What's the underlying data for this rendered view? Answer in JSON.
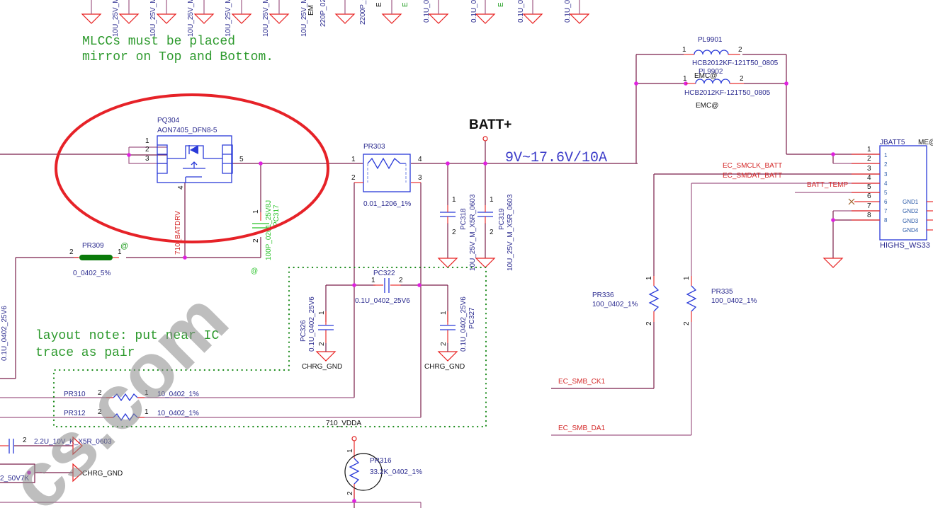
{
  "notes": {
    "mlcc_line1": "MLCCs must be placed",
    "mlcc_line2": "mirror on Top and Bottom.",
    "layout_line1": "layout note: put near IC",
    "layout_line2": "trace as pair"
  },
  "top_caps": {
    "labels_10u": [
      "10U_25V_M",
      "10U_25V_M",
      "10U_25V_M",
      "10U_25V_M",
      "10U_25V_M",
      "10U_25V_M"
    ],
    "label_220p": "220P_02",
    "label_2200p": "2200P_0",
    "labels_01u": [
      "0.1U_0",
      "0.1U_0",
      "0.1U_0",
      "0.1U_0"
    ],
    "emc_a": "EM",
    "emc_b": "E",
    "emc_c": "E"
  },
  "pq304": {
    "ref": "PQ304",
    "value": "AON7405_DFN8-5",
    "pins": [
      "1",
      "2",
      "3",
      "5",
      "4"
    ]
  },
  "batdrv_net": "710_BATDRV",
  "pc317": {
    "ref": "PC317",
    "value": "100P_0201_25V8J",
    "pin1": "1",
    "pin2": "2",
    "tag": "@"
  },
  "pr309": {
    "ref": "PR309",
    "value": "0_0402_5%",
    "pin2": "2",
    "pin1": "1",
    "tag": "@"
  },
  "pr303": {
    "ref": "PR303",
    "value": "0.01_1206_1%",
    "pins": [
      "1",
      "4",
      "2",
      "3"
    ]
  },
  "batt": {
    "label": "BATT+",
    "spec": "9V~17.6V/10A"
  },
  "pc318": {
    "ref": "PC318",
    "value": "10U_25V_M_X5R_0603",
    "pin1": "1",
    "pin2": "2"
  },
  "pc319": {
    "ref": "PC319",
    "value": "10U_25V_M_X5R_0603",
    "pin1": "1",
    "pin2": "2"
  },
  "pl9901": {
    "ref": "PL9901",
    "value": "HCB2012KF-121T50_0805",
    "pin1": "1",
    "pin2": "2",
    "tag": "EMC@"
  },
  "pl9902": {
    "ref": "PL9902",
    "value": "HCB2012KF-121T50_0805",
    "pin1": "1",
    "pin2": "2",
    "tag": "EMC@"
  },
  "jbatt5": {
    "ref": "JBATT5",
    "tag": "ME@",
    "part": "HIGHS_WS33",
    "outer_pins": [
      "1",
      "2",
      "3",
      "4",
      "5",
      "6",
      "7",
      "8"
    ],
    "inner_pins": [
      "1",
      "2",
      "3",
      "4",
      "5",
      "6",
      "7",
      "8"
    ],
    "gnd_pins": [
      "GND1",
      "GND2",
      "GND3",
      "GND4"
    ]
  },
  "nets": {
    "smclk": "EC_SMCLK_BATT",
    "smdat": "EC_SMDAT_BATT",
    "temp": "BATT_TEMP",
    "smb_ck": "EC_SMB_CK1",
    "smb_da": "EC_SMB_DA1",
    "vdda": "710_VDDA",
    "chrg_gnd": "CHRG_GND"
  },
  "pr336": {
    "ref": "PR336",
    "value": "100_0402_1%",
    "pin1": "1",
    "pin2": "2"
  },
  "pr335": {
    "ref": "PR335",
    "value": "100_0402_1%",
    "pin1": "1",
    "pin2": "2"
  },
  "pc322": {
    "ref": "PC322",
    "value": "0.1U_0402_25V6",
    "pin1": "1",
    "pin2": "2"
  },
  "pc326": {
    "ref": "PC326",
    "value": "0.1U_0402_25V6",
    "pin1": "1",
    "pin2": "2"
  },
  "pc327": {
    "ref": "PC327",
    "value": "0.1U_0402_25V6",
    "pin1": "1",
    "pin2": "2"
  },
  "pr310": {
    "ref": "PR310",
    "value": "10_0402_1%",
    "pin2": "2",
    "pin1": "1"
  },
  "pr312": {
    "ref": "PR312",
    "value": "10_0402_1%",
    "pin2": "2",
    "pin1": "1"
  },
  "pr316": {
    "ref": "PR316",
    "value": "33.2K_0402_1%",
    "pin1": "1",
    "pin2": "2"
  },
  "left_cap": {
    "value": "0.1U_0402_25V6"
  },
  "bottom_cap": {
    "pin": "2",
    "value": "2.2U_10V_K_X5R_0603"
  },
  "bottom_box": {
    "value": "2_50V7K"
  },
  "watermark": "cs.com"
}
